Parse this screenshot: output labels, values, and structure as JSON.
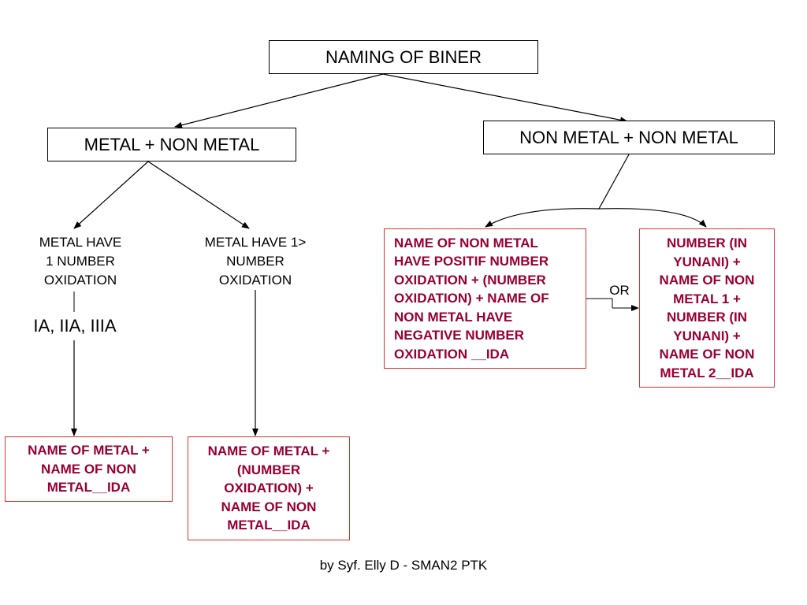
{
  "diagram": {
    "root": {
      "label": "NAMING OF BINER"
    },
    "metal_branch": {
      "label": "METAL + NON METAL",
      "case_one": {
        "label": "METAL HAVE\n1 NUMBER\nOXIDATION",
        "groups": "IA, IIA, IIIA",
        "rule": "NAME OF METAL +\nNAME OF NON\nMETAL__IDA"
      },
      "case_many": {
        "label": "METAL HAVE 1>\nNUMBER\nOXIDATION",
        "rule": "NAME OF METAL +\n(NUMBER\nOXIDATION) +\nNAME OF NON\nMETAL__IDA"
      }
    },
    "nonmetal_branch": {
      "label": "NON METAL + NON METAL",
      "rule_a": "NAME OF NON METAL\nHAVE POSITIF NUMBER\nOXIDATION + (NUMBER\nOXIDATION) + NAME OF\nNON METAL HAVE\nNEGATIVE NUMBER\nOXIDATION __IDA",
      "or_label": "OR",
      "rule_b": "NUMBER (IN\nYUNANI) +\nNAME OF NON\nMETAL 1 +\nNUMBER (IN\nYUNANI) +\nNAME OF NON\nMETAL 2__IDA"
    }
  },
  "footer": {
    "credit": "by Syf. Elly D - SMAN2 PTK"
  },
  "colors": {
    "rule_text": "#990033",
    "rule_border": "#d8322d",
    "line": "#000000"
  }
}
